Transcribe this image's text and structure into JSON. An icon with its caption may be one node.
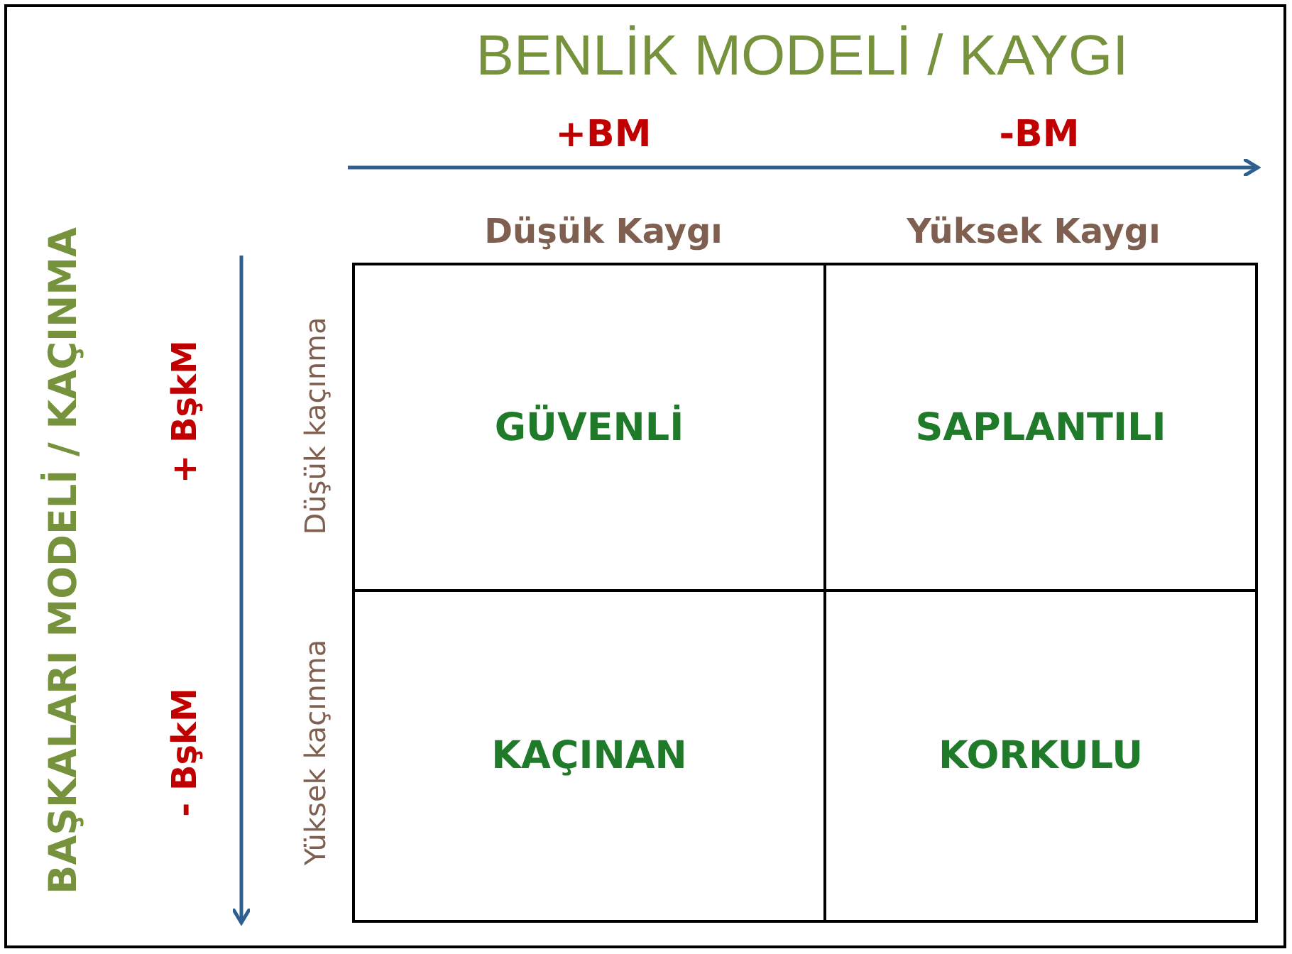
{
  "diagram": {
    "title": "BENLİK MODELİ / KAYGI",
    "nodes": [
      {
        "text": [
          "GÜVENLİ"
        ]
      },
      {
        "text": [
          "SAPLANTILI"
        ]
      },
      {
        "text": [
          "KAÇINAN"
        ]
      },
      {
        "text": [
          "KORKULU"
        ]
      }
    ],
    "labels": [
      "+BM",
      "-BM",
      "Düşük Kaygı",
      "Yüksek Kaygı",
      "BAŞKALARI MODELİ / KAÇINMA",
      "+ BşkM",
      "- BşkM",
      "Düşük kaçınma",
      "Yüksek kaçınma"
    ]
  }
}
